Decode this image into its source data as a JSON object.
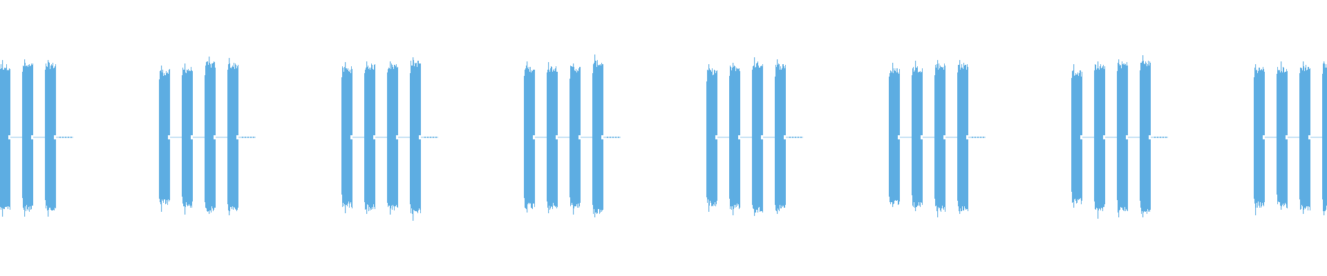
{
  "waveform": {
    "color": "#5dade2",
    "background": "#ffffff",
    "style": "audio waveform",
    "cluster_count": 8,
    "bursts_per_cluster": 4,
    "first_cluster_partially_cut_off": true,
    "last_cluster_partially_cut_off": true
  }
}
